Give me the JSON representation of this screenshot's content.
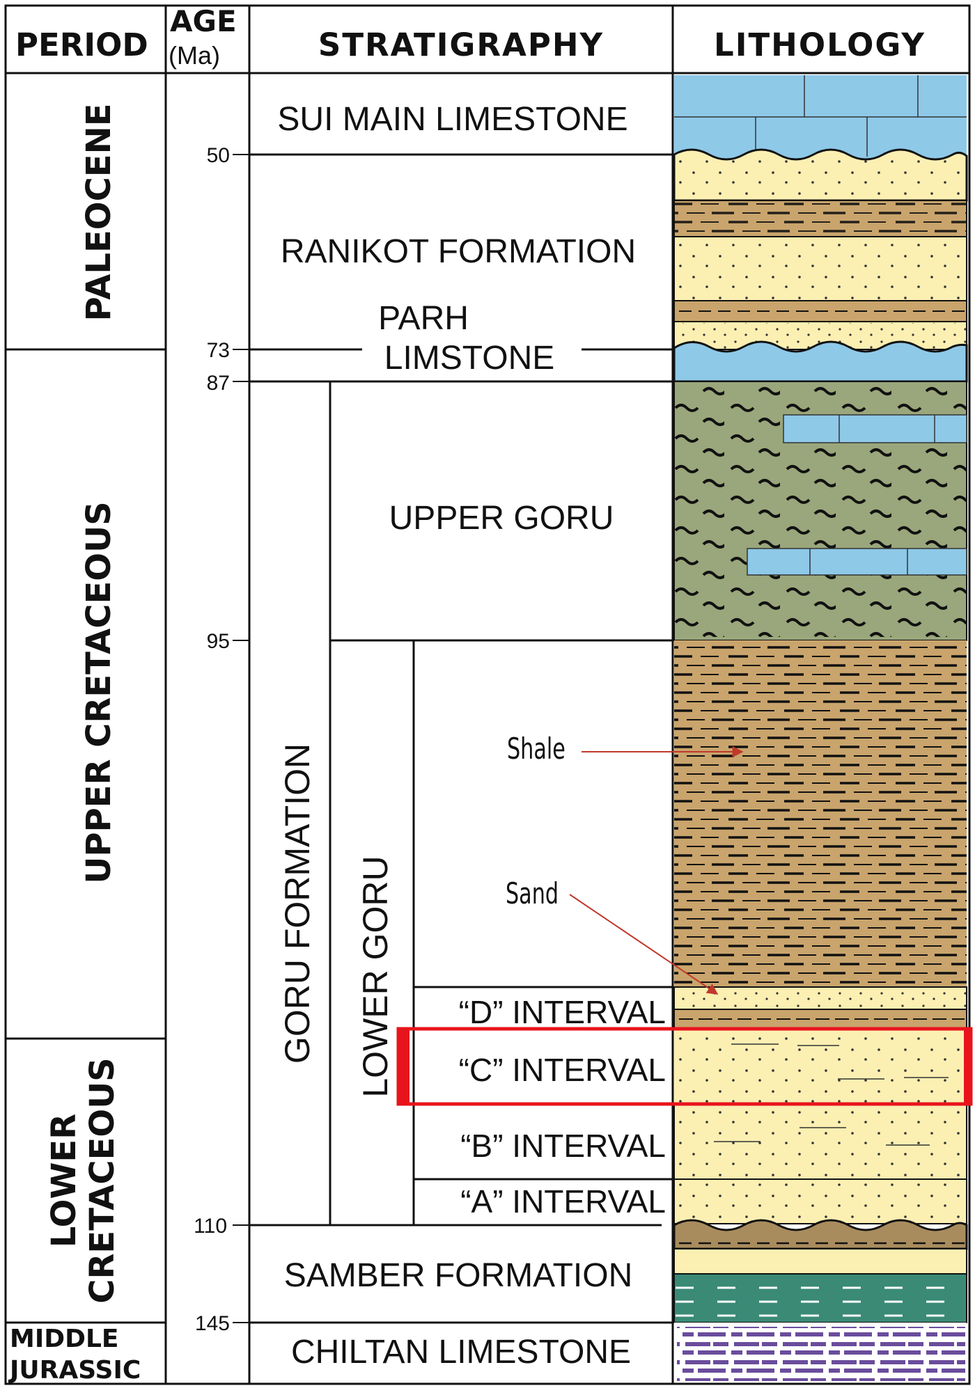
{
  "headers": {
    "period": "PERIOD",
    "age": "AGE",
    "age_unit": "(Ma)",
    "stratigraphy": "STRATIGRAPHY",
    "lithology": "LITHOLOGY"
  },
  "periods": {
    "paleocene": "PALEOCENE",
    "upper_cretaceous": "UPPER CRETACEOUS",
    "lower_cretaceous_1": "LOWER",
    "lower_cretaceous_2": "CRETACEOUS",
    "middle_jurassic_1": "MIDDLE",
    "middle_jurassic_2": "JURASSIC"
  },
  "ages": [
    "50",
    "73",
    "87",
    "95",
    "110",
    "145"
  ],
  "units": {
    "sui_main": "SUI MAIN LIMESTONE",
    "ranikot": "RANIKOT FORMATION",
    "parh_1": "PARH",
    "parh_2": "LIMSTONE",
    "upper_goru": "UPPER GORU",
    "goru_formation": "GORU FORMATION",
    "lower_goru": "LOWER GORU",
    "interval_d": "“D” INTERVAL",
    "interval_c": "“C” INTERVAL",
    "interval_b": "“B” INTERVAL",
    "interval_a": "“A” INTERVAL",
    "samber": "SAMBER FORMATION",
    "chiltan": "CHILTAN LIMESTONE"
  },
  "annotations": {
    "shale": "Shale",
    "sand": "Sand"
  },
  "colors": {
    "limestone": "#8ec9e8",
    "sandstone": "#fbefb2",
    "shale_brown": "#c9a46c",
    "upper_goru_green": "#9aa67b",
    "samber_green": "#3a8a76",
    "chiltan_purple": "#6a4c9c",
    "highlight_red": "#e8141c",
    "arrow_red": "#c0392b"
  }
}
